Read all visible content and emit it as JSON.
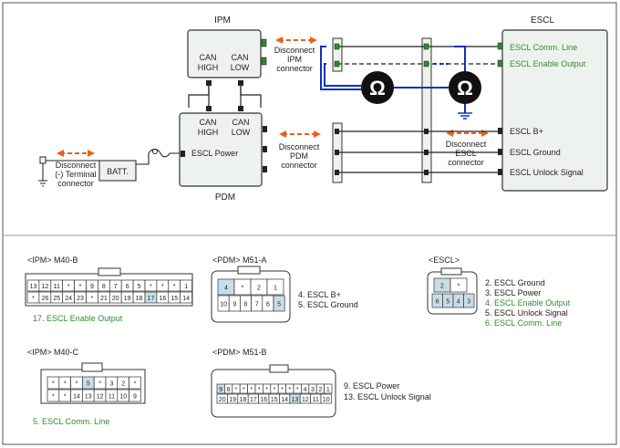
{
  "ipm": {
    "title": "IPM",
    "can_high": [
      "CAN",
      "HIGH"
    ],
    "can_low": [
      "CAN",
      "LOW"
    ]
  },
  "pdm": {
    "title": "PDM",
    "can_high": [
      "CAN",
      "HIGH"
    ],
    "can_low": [
      "CAN",
      "LOW"
    ],
    "escl_power": "ESCL Power"
  },
  "escl": {
    "title": "ESCL",
    "pins": [
      "ESCL Comm. Line",
      "ESCL Enable Output",
      "ESCL B+",
      "ESCL Ground",
      "ESCL Unlock Signal"
    ]
  },
  "batt": "BATT.",
  "notes": {
    "terminal": [
      "Disconnect",
      "(-) Terminal",
      "connector"
    ],
    "ipm": [
      "Disconnect",
      "IPM",
      "connector"
    ],
    "pdm": [
      "Disconnect",
      "PDM",
      "connector"
    ],
    "escl": [
      "Disconnect",
      "ESCL",
      "connector"
    ]
  },
  "ohm_symbol": "Ω",
  "connectors": {
    "m40b": {
      "title": "<IPM> M40-B",
      "top": [
        "13",
        "12",
        "11",
        "*",
        "*",
        "9",
        "8",
        "7",
        "6",
        "5",
        "*",
        "*",
        "*",
        "1"
      ],
      "bottom": [
        "*",
        "26",
        "25",
        "24",
        "23",
        "*",
        "21",
        "20",
        "19",
        "18",
        "17",
        "16",
        "15",
        "14"
      ],
      "legend": [
        "17. ESCL Enable Output"
      ]
    },
    "m51a": {
      "title": "<PDM> M51-A",
      "top": [
        "4",
        "*",
        "2",
        "1"
      ],
      "bottom": [
        "10",
        "9",
        "8",
        "7",
        "6",
        "5"
      ],
      "legend": [
        "4. ESCL B+",
        "5. ESCL Ground"
      ]
    },
    "escl": {
      "title": "<ESCL>",
      "top": [
        "2",
        "*"
      ],
      "bottom": [
        "6",
        "5",
        "4",
        "3"
      ],
      "legend": [
        "2. ESCL Ground",
        "3. ESCL Power",
        "4. ESCL Enable Output",
        "5. ESCL Unlock Signal",
        "6. ESCL Comm. Line"
      ]
    },
    "m40c": {
      "title": "<IPM> M40-C",
      "top": [
        "*",
        "*",
        "*",
        "5",
        "*",
        "3",
        "2",
        "*"
      ],
      "bottom": [
        "*",
        "*",
        "14",
        "13",
        "12",
        "11",
        "10",
        "9"
      ],
      "legend": [
        "5. ESCL Comm. Line"
      ]
    },
    "m51b": {
      "title": "<PDM> M51-B",
      "top": [
        "9",
        "8",
        "*",
        "*",
        "*",
        "*",
        "*",
        "*",
        "*",
        "*",
        "*",
        "4",
        "3",
        "2",
        "1"
      ],
      "bottom": [
        "20",
        "19",
        "18",
        "17",
        "16",
        "15",
        "14",
        "13",
        "12",
        "11",
        "10"
      ],
      "legend": [
        "9. ESCL Power",
        "13. ESCL Unlock Signal"
      ]
    }
  },
  "colors": {
    "green": "#2e8b2e",
    "orange": "#e8601c",
    "blue": "#1030c0",
    "pin_highlight": "#c9dde8",
    "module_fill": "#eef2ee"
  }
}
